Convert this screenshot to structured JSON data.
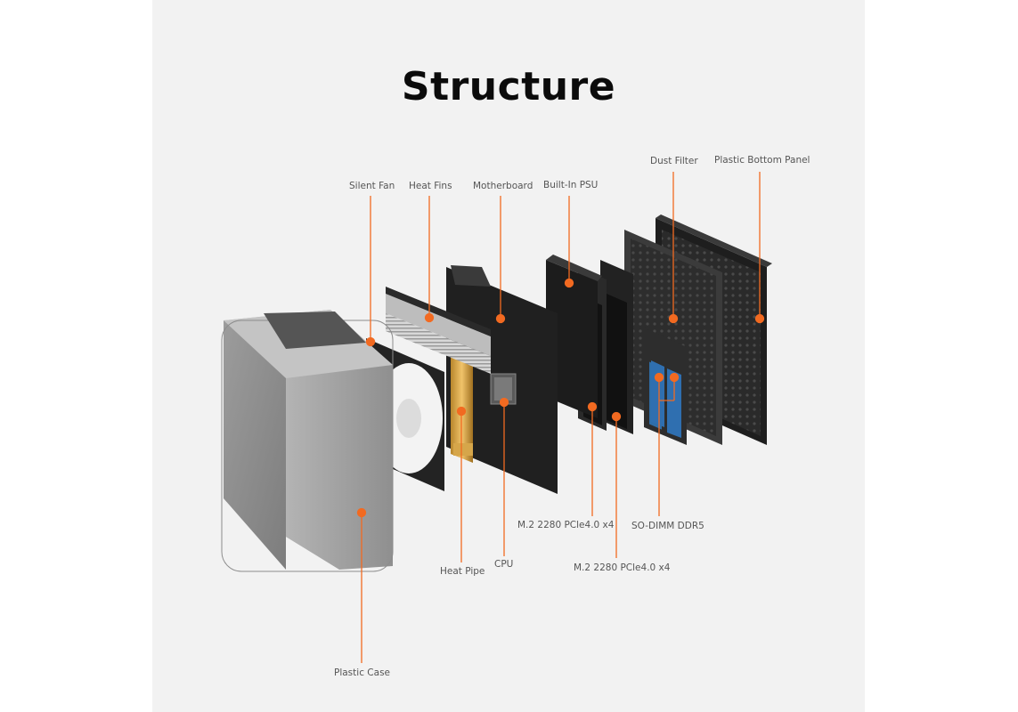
{
  "title": "Structure",
  "accent_color": "#f26a21",
  "labels": {
    "silent_fan": "Silent Fan",
    "heat_fins": "Heat Fins",
    "motherboard": "Motherboard",
    "built_in_psu": "Built-In PSU",
    "dust_filter": "Dust Filter",
    "plastic_bottom_panel": "Plastic Bottom Panel",
    "m2_a": "M.2 2280 PCle4.0 x4",
    "so_dimm": "SO-DIMM DDR5",
    "cpu": "CPU",
    "heat_pipe": "Heat Pipe",
    "m2_b": "M.2 2280 PCle4.0 x4",
    "plastic_case": "Plastic Case"
  }
}
